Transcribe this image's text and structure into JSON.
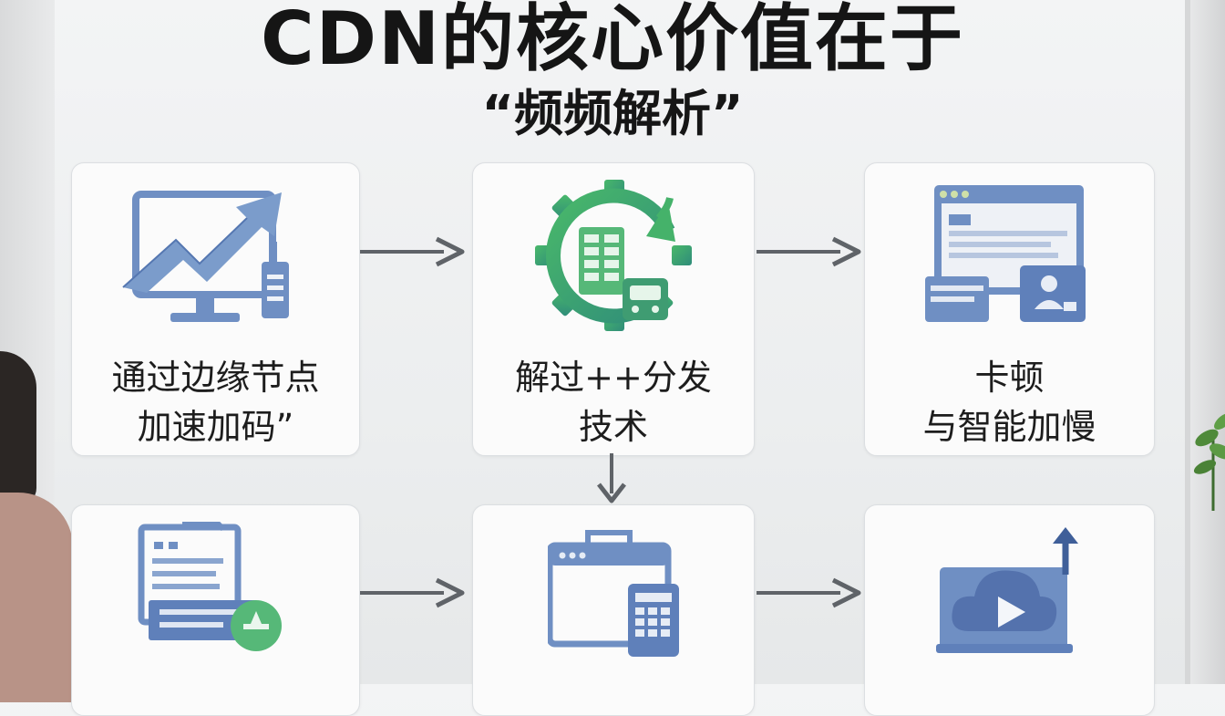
{
  "title": "CDN的核心价值在于",
  "subtitle": "“频频解析”",
  "nodes": [
    {
      "label_line1": "通过边缘节点",
      "label_line2": "加速加码”",
      "icon": "monitor-growth-chart-icon"
    },
    {
      "label_line1": "解过++分发",
      "label_line2": "技术",
      "icon": "gear-cycle-database-icon"
    },
    {
      "label_line1": "卡顿",
      "label_line2": "与智能加慢",
      "icon": "browser-window-profile-icon"
    },
    {
      "label_line1": "",
      "label_line2": "",
      "icon": "documents-printer-icon"
    },
    {
      "label_line1": "",
      "label_line2": "",
      "icon": "window-tablet-icon"
    },
    {
      "label_line1": "",
      "label_line2": "",
      "icon": "cloud-video-upload-icon"
    }
  ],
  "colors": {
    "icon_blue": "#6f8fc3",
    "icon_blue_dark": "#4f6fa8",
    "gear_green": "#3fae62",
    "arrow_gray": "#5f6368",
    "text": "#1d1d1d"
  }
}
